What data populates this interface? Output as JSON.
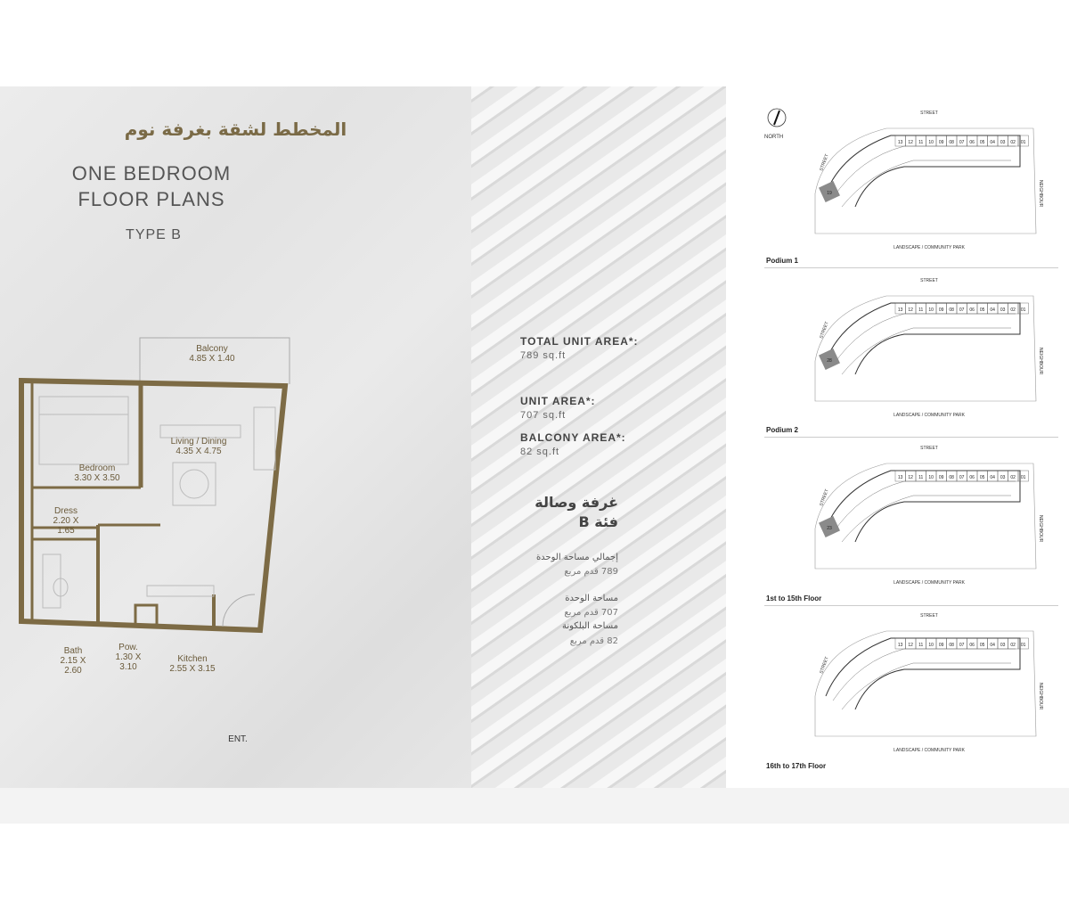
{
  "left": {
    "arabic_title": "المخطط لشقة بغرفة نوم",
    "title_line1": "ONE BEDROOM",
    "title_line2": "FLOOR PLANS",
    "type": "TYPE B",
    "rooms": {
      "balcony": "Balcony",
      "balcony_dim": "4.85 X 1.40",
      "living": "Living / Dining",
      "living_dim": "4.35 X 4.75",
      "bedroom": "Bedroom",
      "bedroom_dim": "3.30 X 3.50",
      "dress": "Dress",
      "dress_dim1": "2.20 X",
      "dress_dim2": "1.65",
      "bath": "Bath",
      "bath_dim1": "2.15 X",
      "bath_dim2": "2.60",
      "pow": "Pow.",
      "pow_dim1": "1.30 X",
      "pow_dim2": "3.10",
      "kitchen": "Kitchen",
      "kitchen_dim": "2.55 X 3.15",
      "entrance": "ENT."
    }
  },
  "middle": {
    "total_unit_area_label": "TOTAL UNIT AREA*:",
    "total_unit_area_value": "789 sq.ft",
    "unit_area_label": "UNIT AREA*:",
    "unit_area_value": "707 sq.ft",
    "balcony_area_label": "BALCONY AREA*:",
    "balcony_area_value": "82 sq.ft",
    "ar_heading1": "غرفة وصالة",
    "ar_heading2": "فئة B",
    "ar_total_label": "إجمالي مساحة الوحدة",
    "ar_total_value": "789 قدم مربع",
    "ar_unit_label": "مساحة الوحدة",
    "ar_unit_value": "707 قدم مربع",
    "ar_balcony_label": "مساحة البلكونة",
    "ar_balcony_value": "82 قدم مربع"
  },
  "right": {
    "north": "NORTH",
    "street": "STREET",
    "neighbour": "NEIGHBOUR",
    "landscape": "LANDSCAPE / COMMUNITY PARK",
    "plans": [
      {
        "caption": "Podium 1",
        "highlight": "19"
      },
      {
        "caption": "Podium 2",
        "highlight": "28"
      },
      {
        "caption": "1st to 15th Floor",
        "highlight": "23"
      },
      {
        "caption": "16th to 17th Floor",
        "highlight": ""
      }
    ],
    "unit_row": [
      "13",
      "12",
      "11",
      "10",
      "09",
      "08",
      "07",
      "06",
      "05",
      "04",
      "03",
      "02",
      "01"
    ]
  },
  "colors": {
    "accent": "#7a6a46",
    "wall": "#7d6b45",
    "highlight_unit": "#8a8a8a"
  }
}
